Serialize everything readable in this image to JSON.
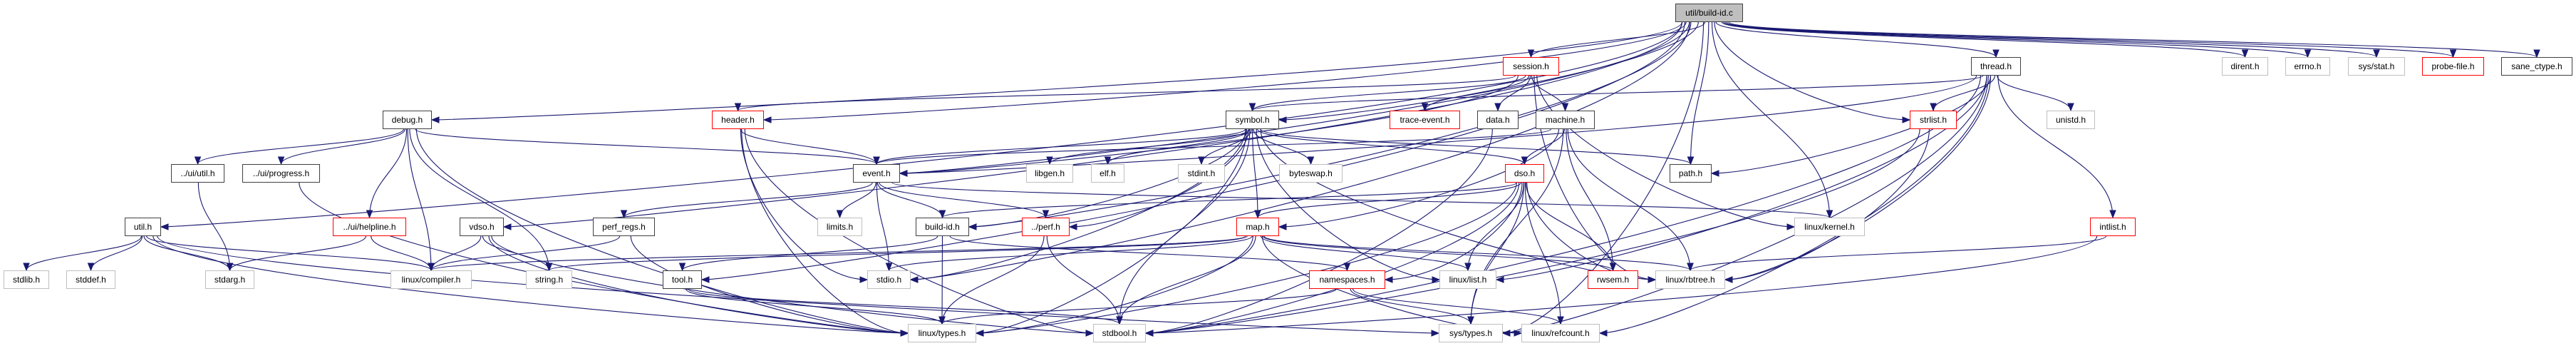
{
  "graph": {
    "title": "util/build-id.c",
    "legend_colors": {
      "edge": "#191970",
      "root_fill": "#bfbfbf",
      "documented_border": "#404040",
      "truncated_border": "#ff0000",
      "system_border": "#bfbfbf"
    },
    "nodes": [
      {
        "id": "root",
        "label": "util/build-id.c",
        "kind": "root"
      },
      {
        "id": "session_h",
        "label": "session.h",
        "kind": "trunc"
      },
      {
        "id": "thread_h",
        "label": "thread.h",
        "kind": "doc"
      },
      {
        "id": "dirent_h",
        "label": "dirent.h",
        "kind": "sys"
      },
      {
        "id": "errno_h",
        "label": "errno.h",
        "kind": "sys"
      },
      {
        "id": "sys_stat_h",
        "label": "sys/stat.h",
        "kind": "sys"
      },
      {
        "id": "probe_file_h",
        "label": "probe-file.h",
        "kind": "trunc"
      },
      {
        "id": "sane_ctype_h",
        "label": "sane_ctype.h",
        "kind": "doc"
      },
      {
        "id": "debug_h",
        "label": "debug.h",
        "kind": "doc"
      },
      {
        "id": "header_h",
        "label": "header.h",
        "kind": "trunc"
      },
      {
        "id": "symbol_h",
        "label": "symbol.h",
        "kind": "doc"
      },
      {
        "id": "trace_event_h",
        "label": "trace-event.h",
        "kind": "trunc"
      },
      {
        "id": "data_h",
        "label": "data.h",
        "kind": "doc"
      },
      {
        "id": "machine_h",
        "label": "machine.h",
        "kind": "doc"
      },
      {
        "id": "strlist_h",
        "label": "strlist.h",
        "kind": "trunc"
      },
      {
        "id": "unistd_h",
        "label": "unistd.h",
        "kind": "sys"
      },
      {
        "id": "ui_util_h",
        "label": "../ui/util.h",
        "kind": "doc"
      },
      {
        "id": "ui_progress_h",
        "label": "../ui/progress.h",
        "kind": "doc"
      },
      {
        "id": "event_h",
        "label": "event.h",
        "kind": "doc"
      },
      {
        "id": "libgen_h",
        "label": "libgen.h",
        "kind": "sys"
      },
      {
        "id": "elf_h",
        "label": "elf.h",
        "kind": "sys"
      },
      {
        "id": "stdint_h",
        "label": "stdint.h",
        "kind": "sys"
      },
      {
        "id": "byteswap_h",
        "label": "byteswap.h",
        "kind": "sys"
      },
      {
        "id": "dso_h",
        "label": "dso.h",
        "kind": "trunc"
      },
      {
        "id": "path_h",
        "label": "path.h",
        "kind": "doc"
      },
      {
        "id": "util_h",
        "label": "util.h",
        "kind": "doc"
      },
      {
        "id": "ui_helpline_h",
        "label": "../ui/helpline.h",
        "kind": "trunc"
      },
      {
        "id": "vdso_h",
        "label": "vdso.h",
        "kind": "doc"
      },
      {
        "id": "perf_regs_h",
        "label": "perf_regs.h",
        "kind": "doc"
      },
      {
        "id": "limits_h",
        "label": "limits.h",
        "kind": "sys"
      },
      {
        "id": "build_id_h",
        "label": "build-id.h",
        "kind": "doc"
      },
      {
        "id": "perf_h",
        "label": "../perf.h",
        "kind": "trunc"
      },
      {
        "id": "map_h",
        "label": "map.h",
        "kind": "trunc"
      },
      {
        "id": "linux_kernel_h",
        "label": "linux/kernel.h",
        "kind": "sys"
      },
      {
        "id": "intlist_h",
        "label": "intlist.h",
        "kind": "trunc"
      },
      {
        "id": "stdlib_h",
        "label": "stdlib.h",
        "kind": "sys"
      },
      {
        "id": "stddef_h",
        "label": "stddef.h",
        "kind": "sys"
      },
      {
        "id": "stdarg_h",
        "label": "stdarg.h",
        "kind": "sys"
      },
      {
        "id": "linux_compiler_h",
        "label": "linux/compiler.h",
        "kind": "sys"
      },
      {
        "id": "string_h",
        "label": "string.h",
        "kind": "sys"
      },
      {
        "id": "tool_h",
        "label": "tool.h",
        "kind": "doc"
      },
      {
        "id": "stdio_h",
        "label": "stdio.h",
        "kind": "sys"
      },
      {
        "id": "namespaces_h",
        "label": "namespaces.h",
        "kind": "trunc"
      },
      {
        "id": "linux_list_h",
        "label": "linux/list.h",
        "kind": "sys"
      },
      {
        "id": "rwsem_h",
        "label": "rwsem.h",
        "kind": "trunc"
      },
      {
        "id": "linux_rbtree_h",
        "label": "linux/rbtree.h",
        "kind": "sys"
      },
      {
        "id": "linux_types_h",
        "label": "linux/types.h",
        "kind": "sys"
      },
      {
        "id": "stdbool_h",
        "label": "stdbool.h",
        "kind": "sys"
      },
      {
        "id": "sys_types_h",
        "label": "sys/types.h",
        "kind": "sys"
      },
      {
        "id": "linux_refcount_h",
        "label": "linux/refcount.h",
        "kind": "sys"
      }
    ],
    "edges": [
      [
        "root",
        "util_h"
      ],
      [
        "root",
        "debug_h"
      ],
      [
        "root",
        "vdso_h"
      ],
      [
        "root",
        "header_h"
      ],
      [
        "root",
        "tool_h"
      ],
      [
        "root",
        "event_h"
      ],
      [
        "root",
        "symbol_h"
      ],
      [
        "root",
        "stdio_h"
      ],
      [
        "root",
        "session_h"
      ],
      [
        "root",
        "thread_h"
      ],
      [
        "root",
        "strlist_h"
      ],
      [
        "root",
        "linux_kernel_h"
      ],
      [
        "root",
        "path_h"
      ],
      [
        "root",
        "build_id_h"
      ],
      [
        "root",
        "dirent_h"
      ],
      [
        "root",
        "errno_h"
      ],
      [
        "root",
        "sys_stat_h"
      ],
      [
        "root",
        "probe_file_h"
      ],
      [
        "root",
        "sane_ctype_h"
      ],
      [
        "root",
        "sys_types_h"
      ],
      [
        "debug_h",
        "ui_util_h"
      ],
      [
        "debug_h",
        "ui_progress_h"
      ],
      [
        "debug_h",
        "ui_helpline_h"
      ],
      [
        "debug_h",
        "event_h"
      ],
      [
        "debug_h",
        "string_h"
      ],
      [
        "debug_h",
        "linux_compiler_h"
      ],
      [
        "debug_h",
        "linux_types_h"
      ],
      [
        "ui_util_h",
        "stdarg_h"
      ],
      [
        "ui_progress_h",
        "linux_types_h"
      ],
      [
        "ui_helpline_h",
        "stdarg_h"
      ],
      [
        "ui_helpline_h",
        "linux_compiler_h"
      ],
      [
        "util_h",
        "stdlib_h"
      ],
      [
        "util_h",
        "stddef_h"
      ],
      [
        "util_h",
        "stdarg_h"
      ],
      [
        "util_h",
        "linux_compiler_h"
      ],
      [
        "util_h",
        "linux_types_h"
      ],
      [
        "util_h",
        "sys_types_h"
      ],
      [
        "vdso_h",
        "string_h"
      ],
      [
        "vdso_h",
        "linux_types_h"
      ],
      [
        "vdso_h",
        "stdbool_h"
      ],
      [
        "vdso_h",
        "linux_compiler_h"
      ],
      [
        "header_h",
        "event_h"
      ],
      [
        "header_h",
        "linux_types_h"
      ],
      [
        "header_h",
        "stdbool_h"
      ],
      [
        "header_h",
        "stdio_h"
      ],
      [
        "event_h",
        "limits_h"
      ],
      [
        "event_h",
        "stdio_h"
      ],
      [
        "event_h",
        "build_id_h"
      ],
      [
        "event_h",
        "perf_h"
      ],
      [
        "event_h",
        "perf_regs_h"
      ],
      [
        "event_h",
        "linux_kernel_h"
      ],
      [
        "perf_regs_h",
        "linux_types_h"
      ],
      [
        "perf_regs_h",
        "linux_compiler_h"
      ],
      [
        "build_id_h",
        "linux_types_h"
      ],
      [
        "build_id_h",
        "tool_h"
      ],
      [
        "build_id_h",
        "namespaces_h"
      ],
      [
        "tool_h",
        "stdbool_h"
      ],
      [
        "tool_h",
        "linux_types_h"
      ],
      [
        "perf_h",
        "linux_types_h"
      ],
      [
        "perf_h",
        "stdbool_h"
      ],
      [
        "symbol_h",
        "event_h"
      ],
      [
        "symbol_h",
        "libgen_h"
      ],
      [
        "symbol_h",
        "elf_h"
      ],
      [
        "symbol_h",
        "stdint_h"
      ],
      [
        "symbol_h",
        "byteswap_h"
      ],
      [
        "symbol_h",
        "map_h"
      ],
      [
        "symbol_h",
        "perf_h"
      ],
      [
        "symbol_h",
        "build_id_h"
      ],
      [
        "symbol_h",
        "stdio_h"
      ],
      [
        "symbol_h",
        "linux_list_h"
      ],
      [
        "symbol_h",
        "linux_rbtree_h"
      ],
      [
        "symbol_h",
        "linux_types_h"
      ],
      [
        "symbol_h",
        "stdbool_h"
      ],
      [
        "symbol_h",
        "path_h"
      ],
      [
        "symbol_h",
        "dso_h"
      ],
      [
        "map_h",
        "linux_compiler_h"
      ],
      [
        "map_h",
        "linux_list_h"
      ],
      [
        "map_h",
        "linux_rbtree_h"
      ],
      [
        "map_h",
        "stdio_h"
      ],
      [
        "map_h",
        "string_h"
      ],
      [
        "map_h",
        "stdbool_h"
      ],
      [
        "map_h",
        "linux_types_h"
      ],
      [
        "map_h",
        "linux_refcount_h"
      ],
      [
        "map_h",
        "rwsem_h"
      ],
      [
        "namespaces_h",
        "sys_types_h"
      ],
      [
        "namespaces_h",
        "linux_refcount_h"
      ],
      [
        "namespaces_h",
        "linux_types_h"
      ],
      [
        "session_h",
        "header_h"
      ],
      [
        "session_h",
        "event_h"
      ],
      [
        "session_h",
        "trace_event_h"
      ],
      [
        "session_h",
        "data_h"
      ],
      [
        "session_h",
        "machine_h"
      ],
      [
        "session_h",
        "symbol_h"
      ],
      [
        "session_h",
        "linux_kernel_h"
      ],
      [
        "session_h",
        "linux_rbtree_h"
      ],
      [
        "data_h",
        "stdbool_h"
      ],
      [
        "machine_h",
        "dso_h"
      ],
      [
        "machine_h",
        "event_h"
      ],
      [
        "machine_h",
        "map_h"
      ],
      [
        "machine_h",
        "rwsem_h"
      ],
      [
        "machine_h",
        "linux_rbtree_h"
      ],
      [
        "machine_h",
        "sys_types_h"
      ],
      [
        "dso_h",
        "linux_types_h"
      ],
      [
        "dso_h",
        "linux_refcount_h"
      ],
      [
        "dso_h",
        "linux_rbtree_h"
      ],
      [
        "dso_h",
        "sys_types_h"
      ],
      [
        "dso_h",
        "stdbool_h"
      ],
      [
        "dso_h",
        "rwsem_h"
      ],
      [
        "dso_h",
        "namespaces_h"
      ],
      [
        "dso_h",
        "build_id_h"
      ],
      [
        "dso_h",
        "map_h"
      ],
      [
        "dso_h",
        "linux_list_h"
      ],
      [
        "thread_h",
        "symbol_h"
      ],
      [
        "thread_h",
        "strlist_h"
      ],
      [
        "thread_h",
        "unistd_h"
      ],
      [
        "thread_h",
        "intlist_h"
      ],
      [
        "thread_h",
        "linux_rbtree_h"
      ],
      [
        "thread_h",
        "linux_list_h"
      ],
      [
        "thread_h",
        "sys_types_h"
      ],
      [
        "thread_h",
        "stdbool_h"
      ],
      [
        "thread_h",
        "linux_refcount_h"
      ],
      [
        "thread_h",
        "path_h"
      ],
      [
        "thread_h",
        "event_h"
      ],
      [
        "strlist_h",
        "linux_rbtree_h"
      ],
      [
        "strlist_h",
        "stdbool_h"
      ],
      [
        "intlist_h",
        "linux_rbtree_h"
      ],
      [
        "intlist_h",
        "stdbool_h"
      ]
    ]
  }
}
